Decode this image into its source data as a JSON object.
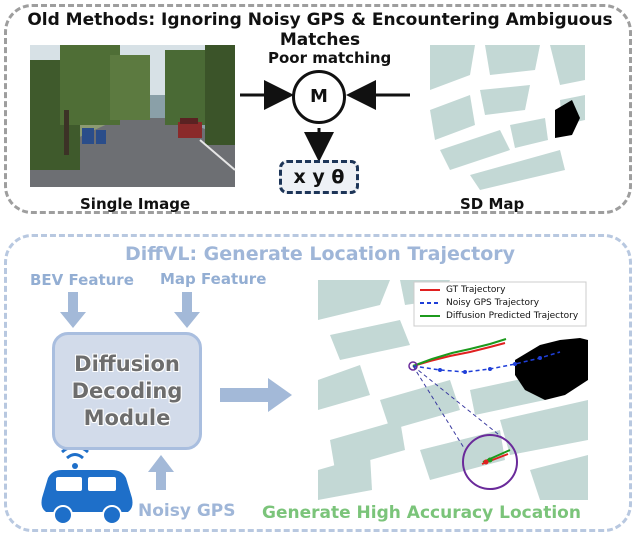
{
  "top": {
    "title": "Old Methods: Ignoring Noisy GPS & Encountering Ambiguous Matches",
    "poor_matching": "Poor matching",
    "m_symbol": "M",
    "output": "x y θ",
    "single_image": "Single Image",
    "sd_map": "SD Map"
  },
  "bottom": {
    "title": "DiffVL: Generate Location Trajectory",
    "bev_feature": "BEV Feature",
    "map_feature": "Map Feature",
    "module_lines": [
      "Diffusion",
      "Decoding",
      "Module"
    ],
    "noisy_gps": "Noisy GPS",
    "result": "Generate High Accuracy Location",
    "legend": [
      {
        "label": "GT Trajectory",
        "color": "#e02020",
        "style": "solid"
      },
      {
        "label": "Noisy GPS Trajectory",
        "color": "#1f3fd8",
        "style": "dashed"
      },
      {
        "label": "Diffusion Predicted Trajectory",
        "color": "#1c9a1c",
        "style": "solid"
      }
    ]
  },
  "colors": {
    "map_block": "#c3d8d5",
    "accent_blue": "#9fb6d8",
    "car_blue": "#1e6fc9"
  }
}
